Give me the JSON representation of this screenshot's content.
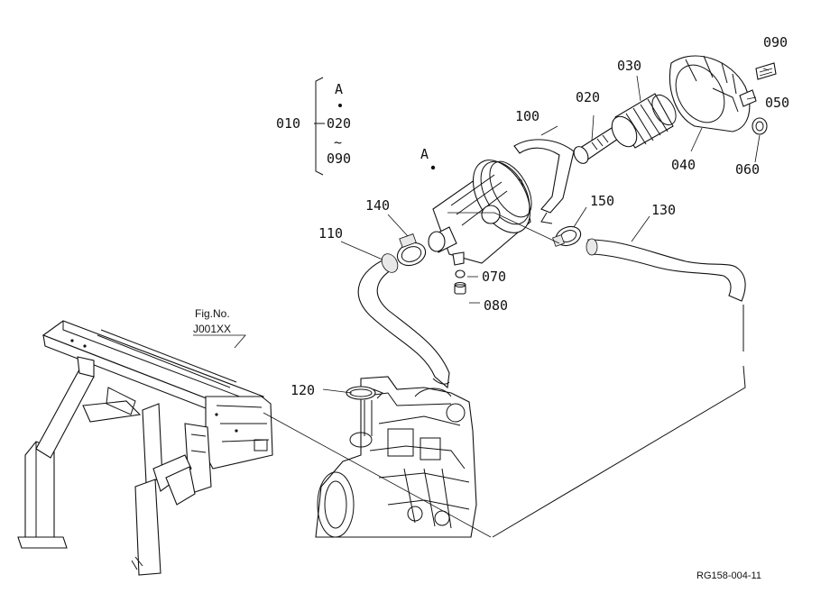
{
  "diagram": {
    "group": {
      "label": "010",
      "range_top": "A",
      "range_from": "020",
      "tilde": "~",
      "range_to": "090"
    },
    "callout_A": "A",
    "figure_ref": {
      "line1": "Fig.No.",
      "line2": "J001XX"
    },
    "drawing_code": "RG158-004-11",
    "parts": [
      "020",
      "030",
      "040",
      "050",
      "060",
      "070",
      "080",
      "090",
      "100",
      "110",
      "120",
      "130",
      "140",
      "150"
    ]
  }
}
